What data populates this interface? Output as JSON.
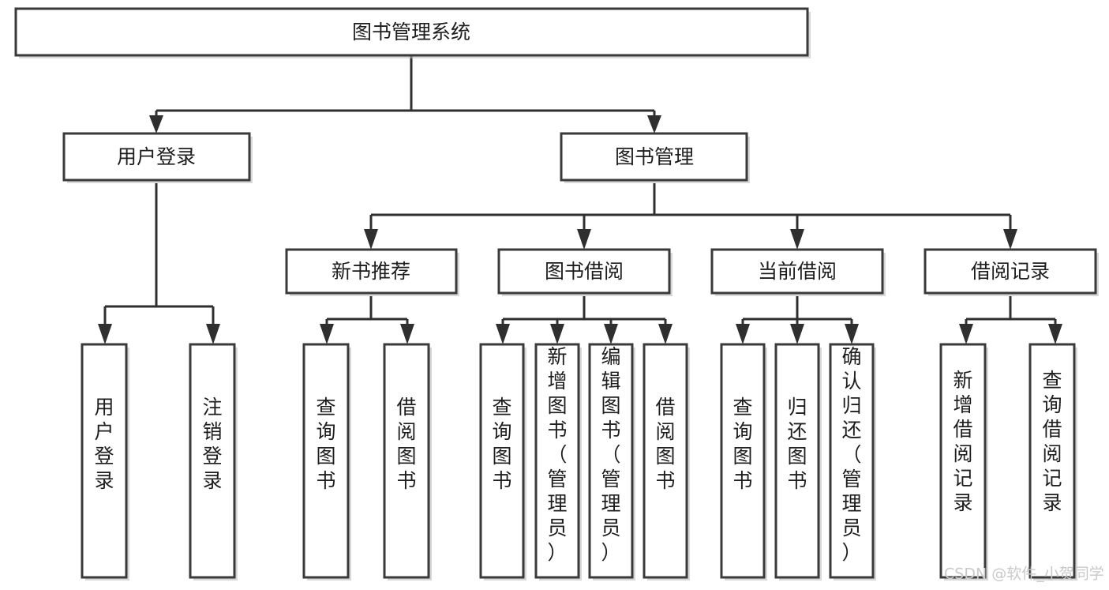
{
  "diagram": {
    "title": "图书管理系统",
    "type": "tree-hierarchy",
    "watermark": "CSDN @软件_小贺同学",
    "colors": {
      "background": "#ffffff",
      "box_fill": "#ffffff",
      "box_stroke": "#3a3a3a",
      "connector": "#2f2f2f",
      "text": "#1d1d1d",
      "watermark": "#c9c9c9",
      "shadow": "#b8b8b8"
    },
    "root": {
      "id": "root",
      "label": "图书管理系统",
      "orientation": "horizontal"
    },
    "level1": [
      {
        "id": "user-login",
        "label": "用户登录",
        "orientation": "horizontal"
      },
      {
        "id": "book-management",
        "label": "图书管理",
        "orientation": "horizontal"
      }
    ],
    "level2": [
      {
        "id": "new-book-recommend",
        "label": "新书推荐",
        "orientation": "horizontal",
        "parent": "book-management"
      },
      {
        "id": "book-borrow",
        "label": "图书借阅",
        "orientation": "horizontal",
        "parent": "book-management"
      },
      {
        "id": "current-borrow",
        "label": "当前借阅",
        "orientation": "horizontal",
        "parent": "book-management"
      },
      {
        "id": "borrow-record",
        "label": "借阅记录",
        "orientation": "horizontal",
        "parent": "book-management"
      }
    ],
    "leaves": [
      {
        "id": "leaf-user-login",
        "label": "用户登录",
        "orientation": "vertical",
        "parent": "user-login"
      },
      {
        "id": "leaf-user-logout",
        "label": "注销登录",
        "orientation": "vertical",
        "parent": "user-login"
      },
      {
        "id": "leaf-query-book-1",
        "label": "查询图书",
        "orientation": "vertical",
        "parent": "new-book-recommend"
      },
      {
        "id": "leaf-borrow-book-1",
        "label": "借阅图书",
        "orientation": "vertical",
        "parent": "new-book-recommend"
      },
      {
        "id": "leaf-query-book-2",
        "label": "查询图书",
        "orientation": "vertical",
        "parent": "book-borrow"
      },
      {
        "id": "leaf-add-book",
        "label": "新增图书（管理员）",
        "orientation": "vertical",
        "parent": "book-borrow"
      },
      {
        "id": "leaf-edit-book",
        "label": "编辑图书（管理员）",
        "orientation": "vertical",
        "parent": "book-borrow"
      },
      {
        "id": "leaf-borrow-book-2",
        "label": "借阅图书",
        "orientation": "vertical",
        "parent": "book-borrow"
      },
      {
        "id": "leaf-query-book-3",
        "label": "查询图书",
        "orientation": "vertical",
        "parent": "current-borrow"
      },
      {
        "id": "leaf-return-book",
        "label": "归还图书",
        "orientation": "vertical",
        "parent": "current-borrow"
      },
      {
        "id": "leaf-confirm-return",
        "label": "确认归还（管理员）",
        "orientation": "vertical",
        "parent": "current-borrow"
      },
      {
        "id": "leaf-add-record",
        "label": "新增借阅记录",
        "orientation": "vertical",
        "parent": "borrow-record"
      },
      {
        "id": "leaf-query-record",
        "label": "查询借阅记录",
        "orientation": "vertical",
        "parent": "borrow-record"
      }
    ]
  }
}
